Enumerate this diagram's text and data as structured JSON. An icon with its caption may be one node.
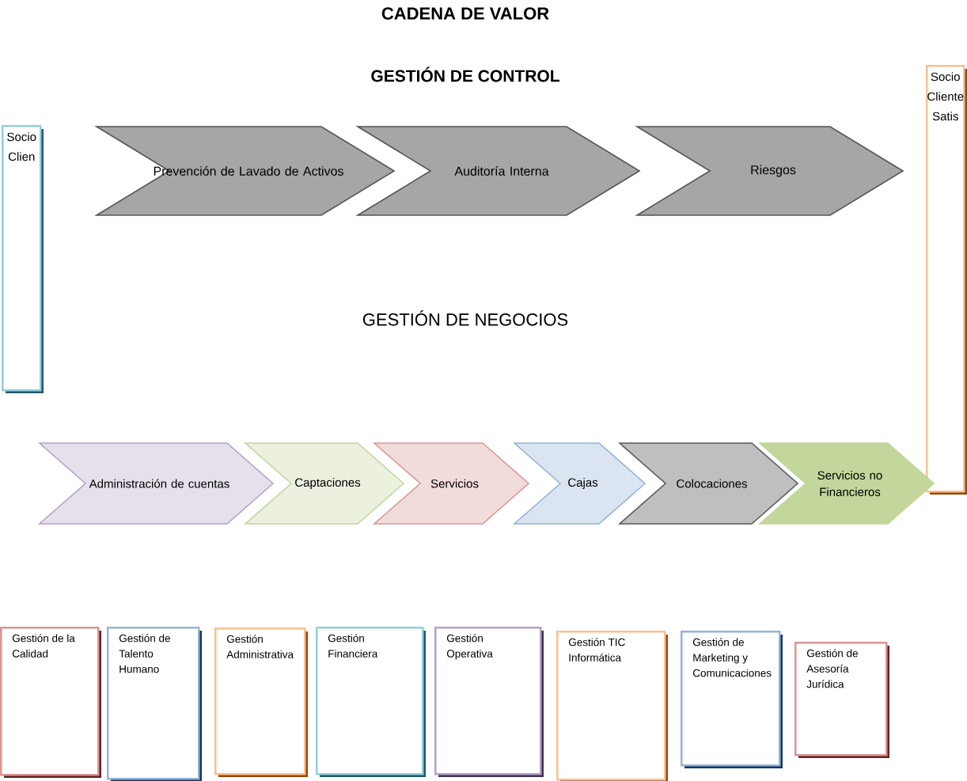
{
  "diagram": {
    "title": "CADENA DE VALOR",
    "nodes": [
      {
        "text": [
          "Prevención de Lavado de Activos"
        ]
      },
      {
        "text": [
          "Auditoría Interna"
        ]
      },
      {
        "text": [
          "Riesgos"
        ]
      },
      {
        "text": [
          "Socio Clien"
        ]
      },
      {
        "text": [
          "Socio Cliente Satis"
        ]
      },
      {
        "text": [
          "Administración de cuentas"
        ]
      },
      {
        "text": [
          "Captaciones"
        ]
      },
      {
        "text": [
          "Servicios"
        ]
      },
      {
        "text": [
          "Cajas"
        ]
      },
      {
        "text": [
          "Colocaciones"
        ]
      },
      {
        "text": [
          "Servicios no Financieros"
        ]
      },
      {
        "text": [
          "Gestión de la Calidad"
        ]
      },
      {
        "text": [
          "Gestión de Talento Humano"
        ]
      },
      {
        "text": [
          "Gestión Administrativa"
        ]
      },
      {
        "text": [
          "Gestión Financiera"
        ]
      },
      {
        "text": [
          "Gestión Operativa"
        ]
      },
      {
        "text": [
          "Gestión TIC Informática"
        ]
      },
      {
        "text": [
          "Gestión de Marketing y Comunicaciones"
        ]
      },
      {
        "text": [
          "Gestión de Asesoría Jurídica"
        ]
      }
    ],
    "labels": [
      "GESTIÓN DE CONTROL",
      "GESTIÓN DE NEGOCIOS"
    ]
  }
}
